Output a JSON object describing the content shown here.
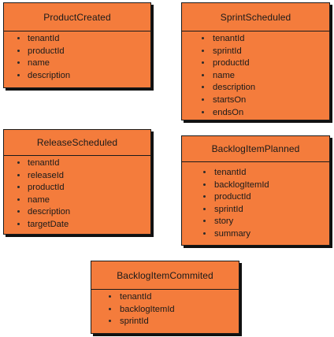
{
  "colors": {
    "entity_fill": "#f47c3c",
    "entity_border": "#1a1a1a",
    "entity_shadow": "#111111",
    "background": "#ffffff"
  },
  "entities": [
    {
      "title": "ProductCreated",
      "fields": [
        "tenantId",
        "productId",
        "name",
        "description"
      ]
    },
    {
      "title": "SprintScheduled",
      "fields": [
        "tenantId",
        "sprintId",
        "productId",
        "name",
        "description",
        "startsOn",
        "endsOn"
      ]
    },
    {
      "title": "ReleaseScheduled",
      "fields": [
        "tenantId",
        "releaseId",
        "productId",
        "name",
        "description",
        "targetDate"
      ]
    },
    {
      "title": "BacklogItemPlanned",
      "fields": [
        "tenantId",
        "backlogItemId",
        "productId",
        "sprintId",
        "story",
        "summary"
      ]
    },
    {
      "title": "BacklogItemCommited",
      "fields": [
        "tenantId",
        "backlogItemId",
        "sprintId"
      ]
    }
  ]
}
